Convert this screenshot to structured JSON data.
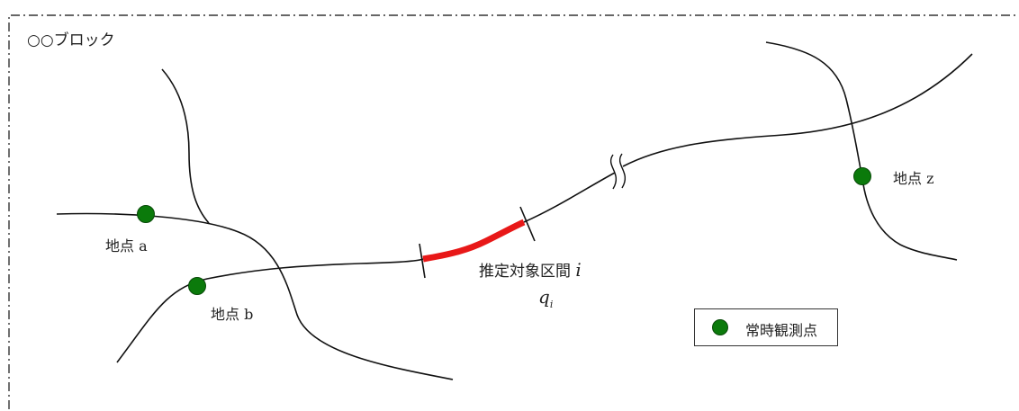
{
  "block_title": "○○ブロック",
  "points": {
    "a": "地点 a",
    "b": "地点 b",
    "z": "地点 z"
  },
  "target_section": {
    "label": "推定対象区間",
    "var": "i",
    "q_symbol": "q",
    "q_sub": "i"
  },
  "legend": {
    "label": "常時観測点"
  },
  "colors": {
    "observation_point": "#0b7a0b",
    "target_section": "#e81818",
    "road": "#111111",
    "border": "#333333"
  }
}
